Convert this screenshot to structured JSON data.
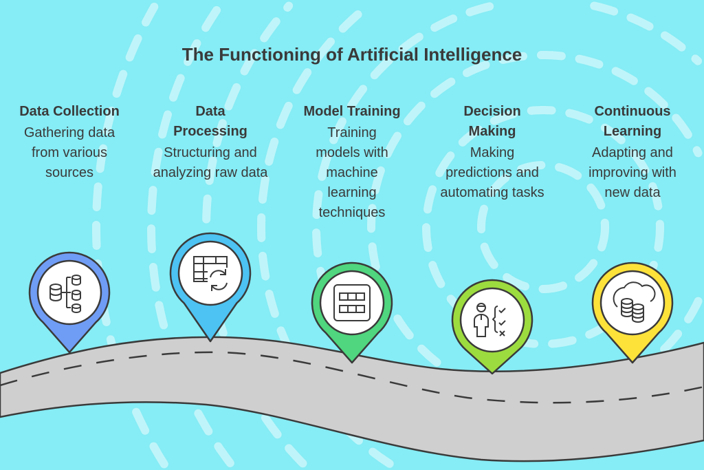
{
  "title": "The Functioning of Artificial Intelligence",
  "steps": [
    {
      "heading": "Data Collection",
      "description": "Gathering data from various sources",
      "icon": "database-network-icon",
      "color": "#6f9cf5"
    },
    {
      "heading": "Data Processing",
      "description": "Structuring and analyzing raw data",
      "icon": "table-refresh-icon",
      "color": "#4cc3f2"
    },
    {
      "heading": "Model Training",
      "description": "Training models with machine learning techniques",
      "icon": "grid-panel-icon",
      "color": "#4fd67e"
    },
    {
      "heading": "Decision Making",
      "description": "Making predictions and automating tasks",
      "icon": "person-checklist-icon",
      "color": "#9ddc3e"
    },
    {
      "heading": "Continuous Learning",
      "description": "Adapting and improving with new data",
      "icon": "cloud-database-icon",
      "color": "#fde23a"
    }
  ]
}
